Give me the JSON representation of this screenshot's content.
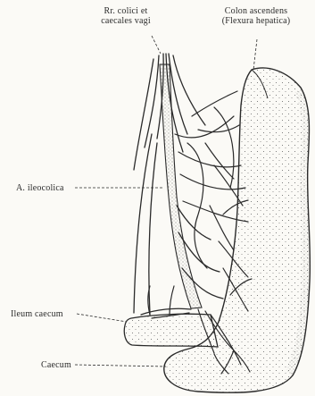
{
  "labels": {
    "vagi_line1": "Rr. colici et",
    "vagi_line2": "caecales vagi",
    "colon_line1": "Colon ascendens",
    "colon_line2": "(Flexura hepatica)",
    "ileocolica": "A. ileocolica",
    "ileum": "Ileum caecum",
    "caecum": "Caecum"
  },
  "colors": {
    "ink": "#2a2a2a",
    "paper": "#fbfaf6"
  }
}
